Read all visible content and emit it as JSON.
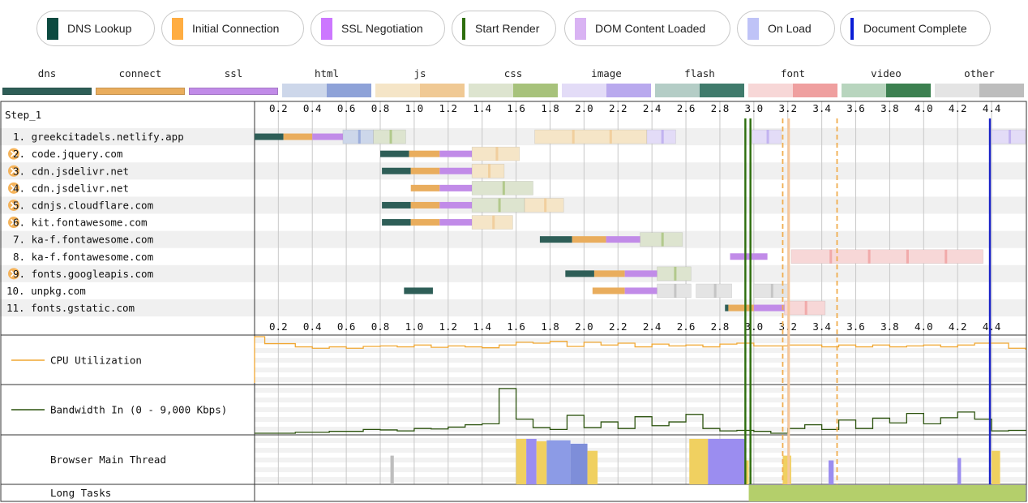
{
  "legend": [
    {
      "label": "DNS Lookup",
      "color": "#0c4a40"
    },
    {
      "label": "Initial Connection",
      "color": "#ffad42"
    },
    {
      "label": "SSL Negotiation",
      "color": "#cc77ff"
    },
    {
      "label": "Start Render",
      "color": "#2e6e0e"
    },
    {
      "label": "DOM Content Loaded",
      "color": "#d9b3f3"
    },
    {
      "label": "On Load",
      "color": "#bfc3f7"
    },
    {
      "label": "Document Complete",
      "color": "#0b1ed6"
    }
  ],
  "request_types": [
    {
      "label": "dns",
      "light": "#2e5e57",
      "dark": "#2e5e57"
    },
    {
      "label": "connect",
      "light": "#e9ad5d",
      "dark": "#e9ad5d"
    },
    {
      "label": "ssl",
      "light": "#c18be8",
      "dark": "#c18be8"
    },
    {
      "label": "html",
      "light": "#cdd7ea",
      "dark": "#8ea2d8"
    },
    {
      "label": "js",
      "light": "#f5e5c7",
      "dark": "#f0c994"
    },
    {
      "label": "css",
      "light": "#dde4cf",
      "dark": "#a7c27b"
    },
    {
      "label": "image",
      "light": "#e3dcf7",
      "dark": "#b9a9ee"
    },
    {
      "label": "flash",
      "light": "#b4cdc6",
      "dark": "#407b6c"
    },
    {
      "label": "font",
      "light": "#f7d7d7",
      "dark": "#ef9f9f"
    },
    {
      "label": "video",
      "light": "#b8d5be",
      "dark": "#3c8050"
    },
    {
      "label": "other",
      "light": "#e4e4e4",
      "dark": "#bdbdbd"
    }
  ],
  "chart_data": {
    "type": "waterfall",
    "title": "Step_1",
    "x_axis": {
      "range": [
        0.06,
        4.6
      ],
      "ticks": [
        0.2,
        0.4,
        0.6,
        0.8,
        1.0,
        1.2,
        1.4,
        1.6,
        1.8,
        2.0,
        2.2,
        2.4,
        2.6,
        2.8,
        3.0,
        3.2,
        3.4,
        3.6,
        3.8,
        4.0,
        4.2,
        4.4
      ],
      "tick_labels": [
        "0.2",
        "0.4",
        "0.6",
        "0.8",
        "1.0",
        "1.2",
        "1.4",
        "1.6",
        "1.8",
        "2.0",
        "2.2",
        "2.4",
        "2.6",
        "2.8",
        "3.0",
        "3.2",
        "3.4",
        "3.6",
        "3.8",
        "4.0",
        "4.2",
        "4.4"
      ]
    },
    "events": [
      {
        "name": "Start Render",
        "t": 2.95,
        "color": "#2e6e0e"
      },
      {
        "name": "Start Render",
        "t": 2.98,
        "color": "#2e6e0e"
      },
      {
        "name": "DOM Content Loaded",
        "t": 3.17,
        "color": "#f0ad4e",
        "dashed": true
      },
      {
        "name": "On Load",
        "t": 3.205,
        "color": "#f6c79c"
      },
      {
        "name": "DOM Content Loaded",
        "t": 3.49,
        "color": "#f0ad4e",
        "dashed": true
      },
      {
        "name": "Document Complete",
        "t": 4.39,
        "color": "#1a22c8"
      }
    ],
    "requests": [
      {
        "label": "1. greekcitadels.netlify.app",
        "warn": false,
        "segments": [
          {
            "s": 0.06,
            "e": 0.23,
            "k": "dns"
          },
          {
            "s": 0.23,
            "e": 0.4,
            "k": "connect"
          },
          {
            "s": 0.4,
            "e": 0.58,
            "k": "ssl"
          },
          {
            "s": 0.58,
            "e": 0.76,
            "k": "html",
            "v": "light"
          },
          {
            "s": 0.76,
            "e": 0.95,
            "k": "css",
            "v": "light"
          },
          {
            "s": 1.71,
            "e": 2.37,
            "k": "js",
            "v": "light"
          },
          {
            "s": 2.37,
            "e": 2.54,
            "k": "image",
            "v": "light"
          },
          {
            "s": 2.99,
            "e": 3.16,
            "k": "image",
            "v": "light"
          },
          {
            "s": 4.4,
            "e": 4.6,
            "k": "image",
            "v": "light"
          }
        ]
      },
      {
        "label": "2. code.jquery.com",
        "warn": true,
        "segments": [
          {
            "s": 0.8,
            "e": 0.97,
            "k": "dns"
          },
          {
            "s": 0.97,
            "e": 1.15,
            "k": "connect"
          },
          {
            "s": 1.15,
            "e": 1.34,
            "k": "ssl"
          },
          {
            "s": 1.34,
            "e": 1.62,
            "k": "js",
            "v": "light"
          }
        ]
      },
      {
        "label": "3. cdn.jsdelivr.net",
        "warn": true,
        "segments": [
          {
            "s": 0.81,
            "e": 0.98,
            "k": "dns"
          },
          {
            "s": 0.98,
            "e": 1.15,
            "k": "connect"
          },
          {
            "s": 1.15,
            "e": 1.34,
            "k": "ssl"
          },
          {
            "s": 1.34,
            "e": 1.53,
            "k": "js",
            "v": "light"
          }
        ]
      },
      {
        "label": "4. cdn.jsdelivr.net",
        "warn": true,
        "segments": [
          {
            "s": 0.98,
            "e": 1.15,
            "k": "connect"
          },
          {
            "s": 1.15,
            "e": 1.34,
            "k": "ssl"
          },
          {
            "s": 1.34,
            "e": 1.7,
            "k": "css",
            "v": "light"
          }
        ]
      },
      {
        "label": "5. cdnjs.cloudflare.com",
        "warn": true,
        "segments": [
          {
            "s": 0.81,
            "e": 0.98,
            "k": "dns"
          },
          {
            "s": 0.98,
            "e": 1.15,
            "k": "connect"
          },
          {
            "s": 1.15,
            "e": 1.34,
            "k": "ssl"
          },
          {
            "s": 1.34,
            "e": 1.65,
            "k": "css",
            "v": "light"
          },
          {
            "s": 1.65,
            "e": 1.88,
            "k": "js",
            "v": "light"
          }
        ]
      },
      {
        "label": "6. kit.fontawesome.com",
        "warn": true,
        "segments": [
          {
            "s": 0.81,
            "e": 0.98,
            "k": "dns"
          },
          {
            "s": 0.98,
            "e": 1.15,
            "k": "connect"
          },
          {
            "s": 1.15,
            "e": 1.34,
            "k": "ssl"
          },
          {
            "s": 1.34,
            "e": 1.58,
            "k": "js",
            "v": "light"
          }
        ]
      },
      {
        "label": "7. ka-f.fontawesome.com",
        "warn": false,
        "segments": [
          {
            "s": 1.74,
            "e": 1.93,
            "k": "dns"
          },
          {
            "s": 1.93,
            "e": 2.13,
            "k": "connect"
          },
          {
            "s": 2.13,
            "e": 2.33,
            "k": "ssl"
          },
          {
            "s": 2.33,
            "e": 2.58,
            "k": "css",
            "v": "light"
          }
        ]
      },
      {
        "label": "8. ka-f.fontawesome.com",
        "warn": false,
        "segments": [
          {
            "s": 2.86,
            "e": 3.08,
            "k": "ssl"
          },
          {
            "s": 3.22,
            "e": 4.35,
            "k": "font",
            "v": "light"
          }
        ]
      },
      {
        "label": "9. fonts.googleapis.com",
        "warn": true,
        "segments": [
          {
            "s": 1.89,
            "e": 2.06,
            "k": "dns"
          },
          {
            "s": 2.06,
            "e": 2.24,
            "k": "connect"
          },
          {
            "s": 2.24,
            "e": 2.43,
            "k": "ssl"
          },
          {
            "s": 2.43,
            "e": 2.63,
            "k": "css",
            "v": "light"
          }
        ]
      },
      {
        "label": "10. unpkg.com",
        "warn": false,
        "segments": [
          {
            "s": 0.94,
            "e": 1.11,
            "k": "dns"
          },
          {
            "s": 2.05,
            "e": 2.24,
            "k": "connect"
          },
          {
            "s": 2.24,
            "e": 2.43,
            "k": "ssl"
          },
          {
            "s": 2.43,
            "e": 2.63,
            "k": "other",
            "v": "light"
          },
          {
            "s": 2.66,
            "e": 2.87,
            "k": "other",
            "v": "light"
          },
          {
            "s": 3.0,
            "e": 3.2,
            "k": "other",
            "v": "light"
          }
        ]
      },
      {
        "label": "11. fonts.gstatic.com",
        "warn": false,
        "segments": [
          {
            "s": 2.83,
            "e": 2.85,
            "k": "dns"
          },
          {
            "s": 2.85,
            "e": 3.0,
            "k": "connect"
          },
          {
            "s": 3.0,
            "e": 3.18,
            "k": "ssl"
          },
          {
            "s": 3.18,
            "e": 3.42,
            "k": "font",
            "v": "light"
          }
        ]
      }
    ],
    "cpu": {
      "label": "CPU Utilization",
      "color": "#f0a732",
      "t": [
        0.06,
        0.12,
        0.2,
        0.3,
        0.4,
        0.5,
        0.6,
        0.7,
        0.8,
        0.9,
        1.0,
        1.1,
        1.2,
        1.3,
        1.4,
        1.5,
        1.6,
        1.7,
        1.8,
        1.9,
        2.0,
        2.1,
        2.2,
        2.3,
        2.4,
        2.5,
        2.6,
        2.7,
        2.8,
        2.9,
        3.0,
        3.1,
        3.2,
        3.3,
        3.4,
        3.5,
        3.6,
        3.7,
        3.8,
        3.9,
        4.0,
        4.1,
        4.2,
        4.3,
        4.4,
        4.5,
        4.6
      ],
      "v": [
        100,
        85,
        85,
        78,
        75,
        78,
        75,
        79,
        80,
        78,
        82,
        77,
        80,
        78,
        76,
        82,
        88,
        86,
        90,
        79,
        88,
        82,
        86,
        78,
        84,
        80,
        82,
        78,
        84,
        86,
        80,
        80,
        82,
        82,
        78,
        82,
        78,
        82,
        78,
        80,
        82,
        78,
        82,
        86,
        86,
        75,
        72
      ]
    },
    "bandwidth": {
      "label": "Bandwidth In (0 - 9,000 Kbps)",
      "color": "#2b520d",
      "t": [
        0.06,
        0.3,
        0.5,
        0.7,
        0.8,
        0.9,
        1.0,
        1.1,
        1.2,
        1.3,
        1.4,
        1.5,
        1.6,
        1.7,
        1.8,
        1.9,
        2.0,
        2.1,
        2.2,
        2.3,
        2.4,
        2.5,
        2.6,
        2.7,
        2.8,
        2.9,
        3.0,
        3.1,
        3.2,
        3.3,
        3.4,
        3.5,
        3.6,
        3.7,
        3.8,
        3.9,
        4.0,
        4.1,
        4.2,
        4.3,
        4.4,
        4.5,
        4.6
      ],
      "v": [
        0,
        2,
        4,
        8,
        7,
        5,
        10,
        9,
        13,
        18,
        20,
        95,
        30,
        12,
        8,
        38,
        12,
        24,
        10,
        35,
        16,
        24,
        40,
        10,
        5,
        6,
        4,
        0,
        10,
        18,
        8,
        28,
        10,
        32,
        22,
        42,
        20,
        33,
        45,
        30,
        5,
        6,
        5
      ]
    },
    "rows": [
      "Browser Main Thread",
      "Long Tasks"
    ],
    "main_thread": {
      "blocks": [
        {
          "s": 1.6,
          "e": 1.66,
          "c": "#f0d060",
          "h": 0.95
        },
        {
          "s": 1.66,
          "e": 1.72,
          "c": "#9b8df0",
          "h": 0.95
        },
        {
          "s": 1.72,
          "e": 1.78,
          "c": "#f0d060",
          "h": 0.9
        },
        {
          "s": 1.78,
          "e": 1.92,
          "c": "#8c9be6",
          "h": 0.92
        },
        {
          "s": 1.92,
          "e": 2.02,
          "c": "#7e8ed9",
          "h": 0.85
        },
        {
          "s": 2.02,
          "e": 2.08,
          "c": "#f0d060",
          "h": 0.7
        },
        {
          "s": 2.62,
          "e": 2.73,
          "c": "#f0d060",
          "h": 0.95
        },
        {
          "s": 2.73,
          "e": 2.95,
          "c": "#9b8df0",
          "h": 0.95
        },
        {
          "s": 2.95,
          "e": 2.97,
          "c": "#f0d060",
          "h": 0.5
        },
        {
          "s": 0.86,
          "e": 0.88,
          "c": "#bdbdbd",
          "h": 0.6
        },
        {
          "s": 3.17,
          "e": 3.22,
          "c": "#f0d060",
          "h": 0.6
        },
        {
          "s": 3.44,
          "e": 3.47,
          "c": "#9b8df0",
          "h": 0.5
        },
        {
          "s": 4.2,
          "e": 4.22,
          "c": "#9b8df0",
          "h": 0.55
        },
        {
          "s": 4.4,
          "e": 4.45,
          "c": "#f0d060",
          "h": 0.7
        }
      ]
    },
    "long_tasks": {
      "color": "#b4cf6b",
      "s": 2.97,
      "e": 4.6
    }
  }
}
